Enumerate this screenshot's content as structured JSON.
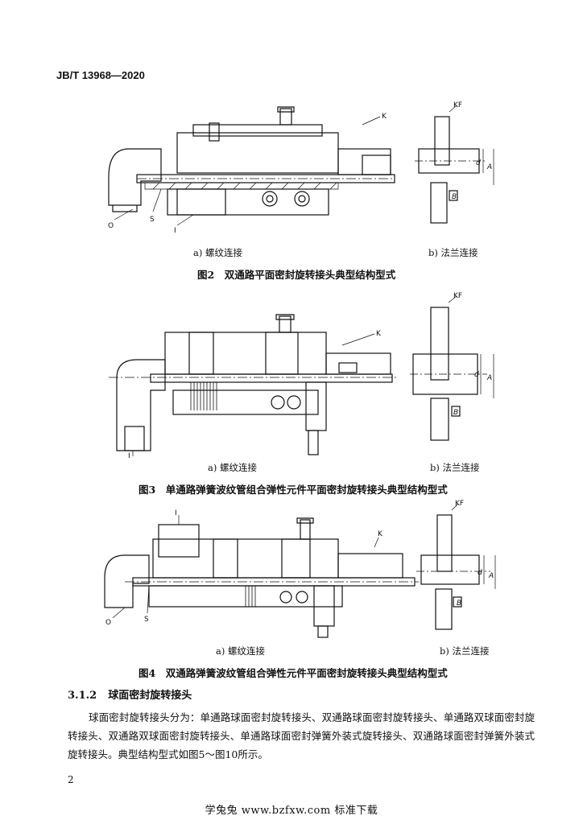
{
  "header": {
    "standard": "JB/T 13968—2020"
  },
  "figures": [
    {
      "id": "fig2",
      "sub_a": "a) 螺纹连接",
      "sub_b": "b) 法兰连接",
      "caption": "图2　双通路平面密封旋转接头典型结构型式",
      "labels": {
        "K": "K",
        "O": "O",
        "S": "S",
        "I": "I",
        "KF": "KF",
        "d": "d",
        "A": "A",
        "B": "B"
      }
    },
    {
      "id": "fig3",
      "sub_a": "a) 螺纹连接",
      "sub_b": "b) 法兰连接",
      "caption": "图3　单通路弹簧波纹管组合弹性元件平面密封旋转接头典型结构型式",
      "labels": {
        "K": "K",
        "I": "I",
        "KF": "KF",
        "d": "d",
        "A": "A",
        "B": "B"
      }
    },
    {
      "id": "fig4",
      "sub_a": "a) 螺纹连接",
      "sub_b": "b) 法兰连接",
      "caption": "图4　双通路弹簧波纹管组合弹性元件平面密封旋转接头典型结构型式",
      "labels": {
        "I": "I",
        "K": "K",
        "O": "O",
        "S": "S",
        "KF": "KF",
        "d": "d",
        "A": "A",
        "B": "B"
      }
    }
  ],
  "section": {
    "number": "3.1.2",
    "title": "球面密封旋转接头"
  },
  "paragraph": "球面密封旋转接头分为：单通路球面密封旋转接头、双通路球面密封旋转接头、单通路双球面密封旋转接头、双通路双球面密封旋转接头、单通路球面密封弹簧外装式旋转接头、双通路球面密封弹簧外装式旋转接头。典型结构型式如图5～图10所示。",
  "page_number": "2",
  "footer": "学兔兔 www.bzfxw.com 标准下载"
}
